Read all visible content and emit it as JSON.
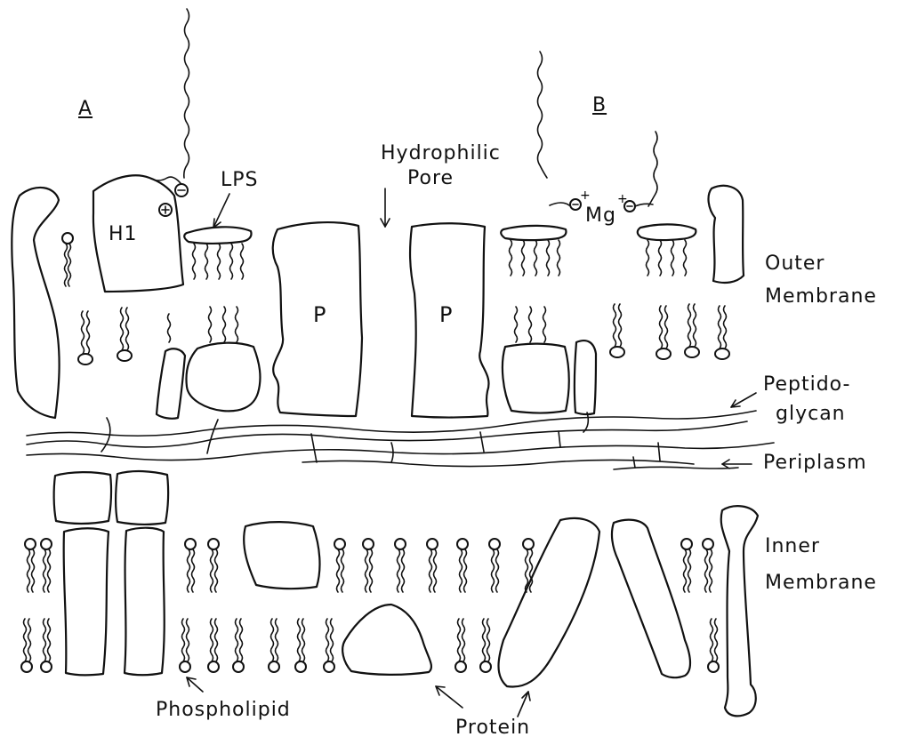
{
  "labels": {
    "panel_a": "A",
    "panel_b": "B",
    "lps": "LPS",
    "h1": "H1",
    "hydrophilic_pore_line1": "Hydrophilic",
    "hydrophilic_pore_line2": "Pore",
    "porin_left": "P",
    "porin_right": "P",
    "mg": "Mg",
    "outer_membrane_line1": "Outer",
    "outer_membrane_line2": "Membrane",
    "peptidoglycan_line1": "Peptido-",
    "peptidoglycan_line2": "glycan",
    "periplasm": "Periplasm",
    "inner_membrane_line1": "Inner",
    "inner_membrane_line2": "Membrane",
    "phospholipid": "Phospholipid",
    "protein": "Protein"
  }
}
